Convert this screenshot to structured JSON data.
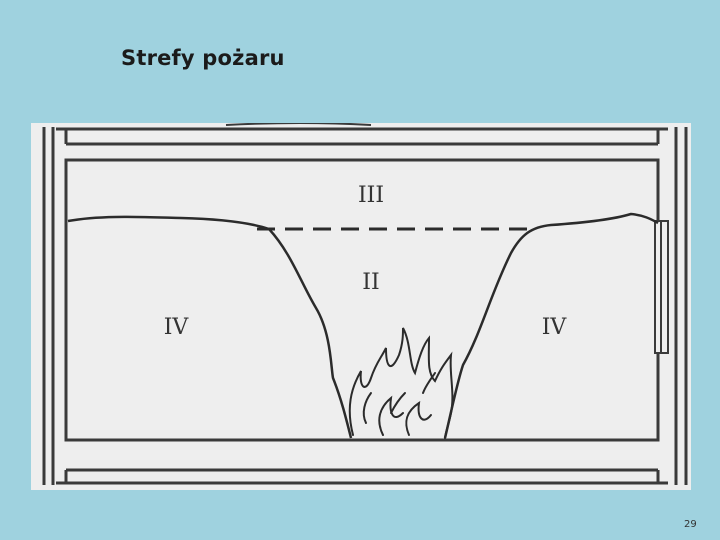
{
  "slide": {
    "title": "Strefy pożaru",
    "page_number": "29"
  },
  "diagram": {
    "zones": {
      "upper": "III",
      "plume": "II",
      "left": "IV",
      "right": "IV"
    },
    "colors": {
      "background": "#9fd2df",
      "figure": "#eeeeee",
      "lines": "#3a3a3a"
    }
  }
}
